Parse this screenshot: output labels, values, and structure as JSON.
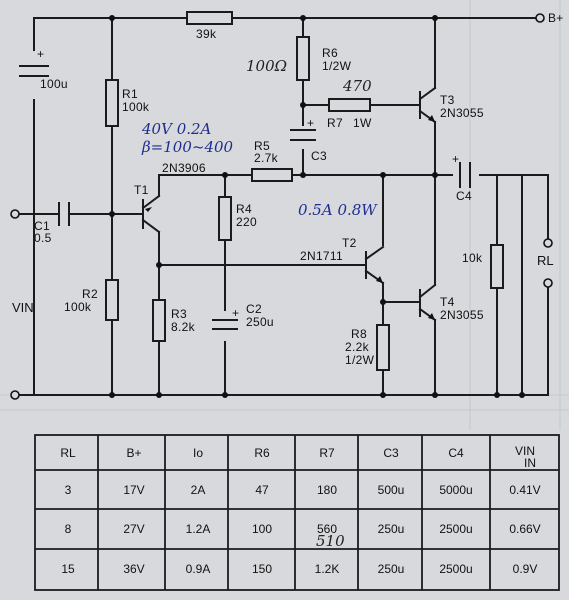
{
  "schematic": {
    "supply_label": "B+",
    "components": {
      "c100": {
        "value": "100u"
      },
      "r39k": {
        "value": "39k"
      },
      "r1": {
        "name": "R1",
        "value": "100k"
      },
      "r2": {
        "name": "R2",
        "value": "100k"
      },
      "r6": {
        "name": "R6",
        "value": "1/2W"
      },
      "r7": {
        "name": "R7",
        "value": "1W"
      },
      "c3": {
        "name": "C3"
      },
      "r5": {
        "name": "R5",
        "value": "2.7k"
      },
      "t1": {
        "name": "T1",
        "part": "2N3906"
      },
      "c1": {
        "name": "C1",
        "value": "0.5"
      },
      "r4": {
        "name": "R4",
        "value": "220"
      },
      "r3": {
        "name": "R3",
        "value": "8.2k"
      },
      "c2": {
        "name": "C2",
        "value": "250u"
      },
      "t2": {
        "name": "T2",
        "part": "2N1711"
      },
      "t3": {
        "name": "T3",
        "part": "2N3055"
      },
      "t4": {
        "name": "T4",
        "part": "2N3055"
      },
      "r8": {
        "name": "R8",
        "value": "2.2k",
        "rating": "1/2W"
      },
      "c4": {
        "name": "C4"
      },
      "r10k": {
        "value": "10k"
      },
      "rl": {
        "name": "RL"
      },
      "vin": {
        "name": "VIN"
      }
    },
    "plus_sign": "+",
    "handwritten": {
      "r6_value": "100Ω",
      "r7_value": "470",
      "t1_rating": "40V 0.2A",
      "t1_beta": "β=100~400",
      "t2_rating": "0.5A 0.8W"
    }
  },
  "table": {
    "headers": [
      "RL",
      "B+",
      "Io",
      "R6",
      "R7",
      "C3",
      "C4",
      "VIN"
    ],
    "rows": [
      [
        "3",
        "17V",
        "2A",
        "47",
        "180",
        "500u",
        "5000u",
        "0.41V"
      ],
      [
        "8",
        "27V",
        "1.2A",
        "100",
        "560",
        "250u",
        "2500u",
        "0.66V"
      ],
      [
        "15",
        "36V",
        "0.9A",
        "150",
        "1.2K",
        "250u",
        "2500u",
        "0.9V"
      ]
    ],
    "annotations": {
      "r7_row2_note": "510",
      "vin_header_sub": "IN"
    }
  }
}
